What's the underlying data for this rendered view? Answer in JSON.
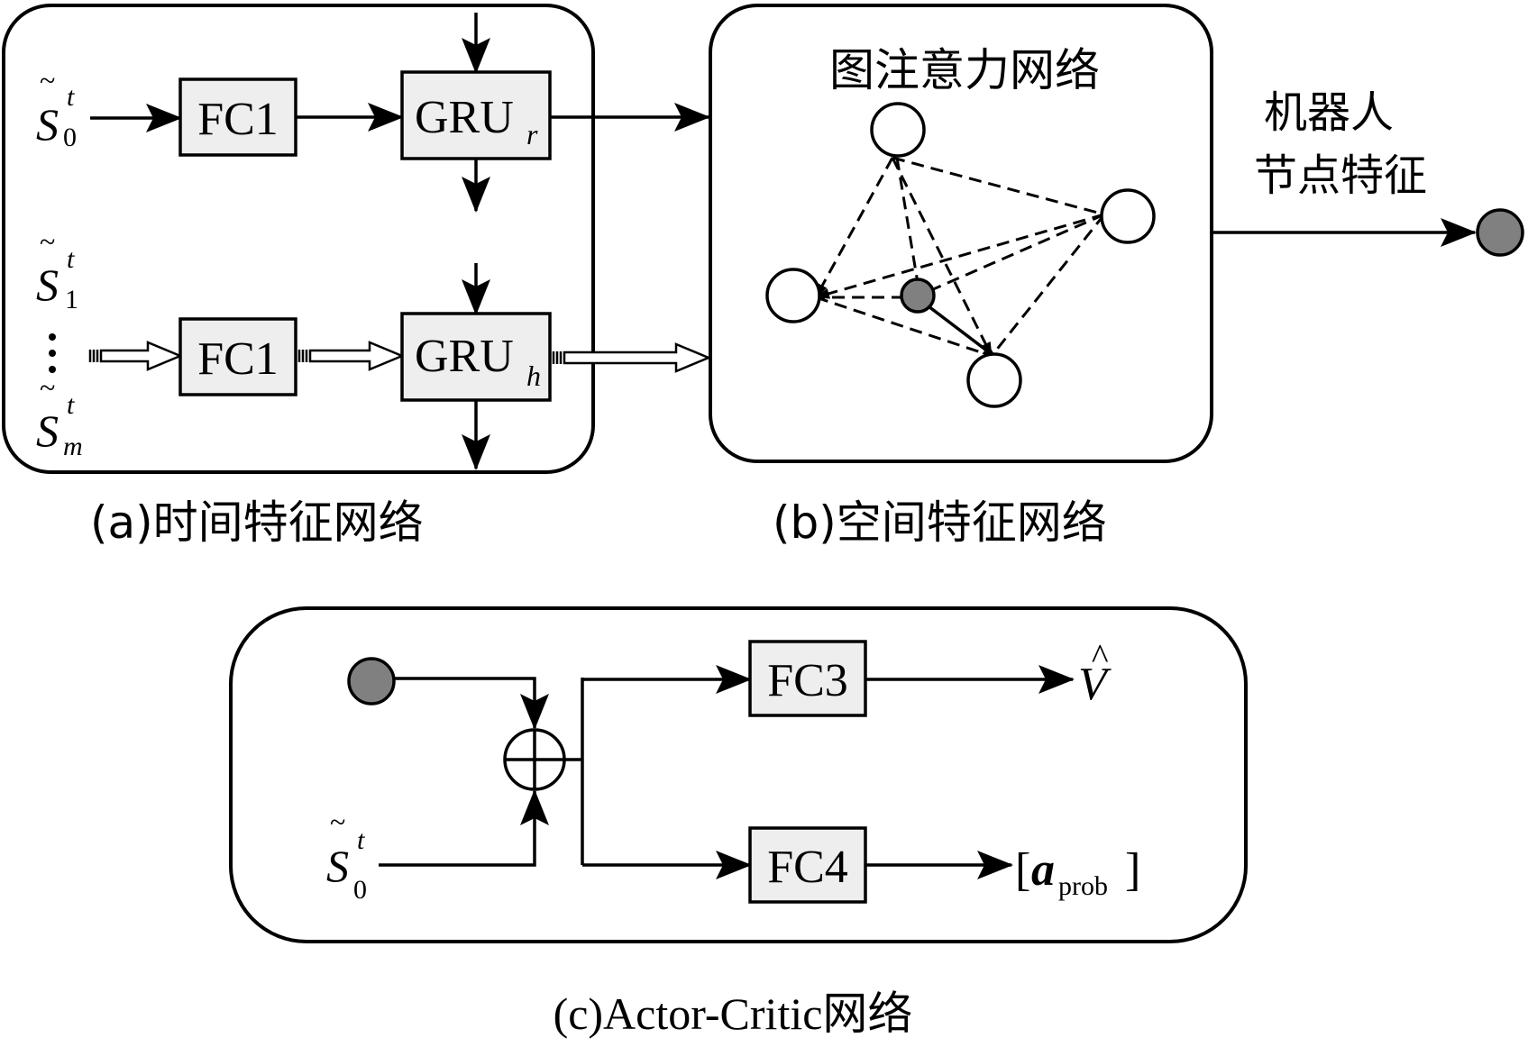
{
  "panel_a": {
    "caption": "(a)时间特征网络",
    "input_s0": {
      "base": "S",
      "sub": "0",
      "sup": "t"
    },
    "input_s1": {
      "base": "S",
      "sub": "1",
      "sup": "t"
    },
    "input_sm": {
      "base": "S",
      "sub": "m",
      "sup": "t"
    },
    "fc1_top_label": "FC1",
    "fc1_bottom_label": "FC1",
    "gru_r": {
      "base": "GRU",
      "sub": "r"
    },
    "gru_h": {
      "base": "GRU",
      "sub": "h"
    }
  },
  "panel_b": {
    "caption": "(b)空间特征网络",
    "title": "图注意力网络",
    "output_label_line1": "机器人",
    "output_label_line2": "节点特征"
  },
  "panel_c": {
    "caption": "(c)Actor-Critic网络",
    "input_s0": {
      "base": "S",
      "sub": "0",
      "sup": "t"
    },
    "fc3_label": "FC3",
    "fc4_label": "FC4",
    "value_output": "V",
    "action_output": {
      "bracket_open": "[",
      "base": "a",
      "sub": "prob",
      "bracket_close": "]"
    }
  },
  "colors": {
    "stroke": "#000000",
    "box_fill": "#eeeeee",
    "node_fill_white": "#ffffff",
    "node_fill_gray": "#808080"
  }
}
